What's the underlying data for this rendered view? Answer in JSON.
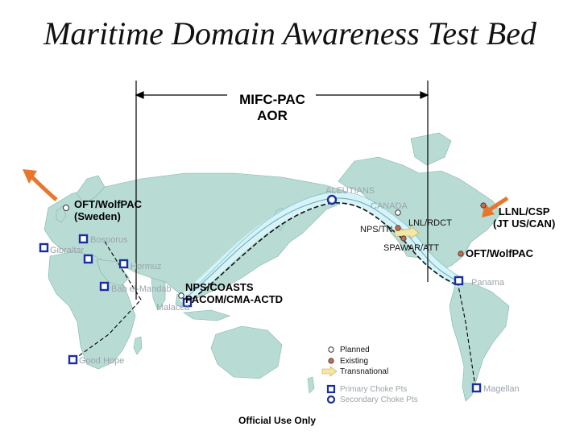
{
  "title": "Maritime Domain Awareness Test Bed",
  "aor": {
    "line1": "MIFC-PAC",
    "line2": "AOR"
  },
  "labels": {
    "oft_sweden_1": "OFT/WolfPAC",
    "oft_sweden_2": "(Sweden)",
    "aleutians": "ALEUTIANS",
    "canada": "CANADA",
    "nps_tn": "NPS/TN",
    "lnl_rdct": "LNL/RDCT",
    "llnl_csp_1": "LLNL/CSP",
    "llnl_csp_2": "(JT US/CAN)",
    "spawar": "SPAWAR/ATT",
    "oft_wolfpac": "OFT/WolfPAC",
    "bosporus": "Bosporus",
    "gibraltar": "Gibraltar",
    "hormuz": "Hormuz",
    "bab_el_mandab": "Bab el-Mandab",
    "malacca": "Malacca",
    "nps_coasts_1": "NPS/COASTS",
    "nps_coasts_2": "PACOM/CMA-ACTD",
    "panama": "Panama",
    "good_hope": "Good Hope",
    "magellan": "Magellan"
  },
  "legend": {
    "planned": "Planned",
    "existing": "Existing",
    "transnational": "Transnational",
    "primary": "Primary Choke Pts",
    "secondary": "Secondary Choke Pts"
  },
  "footer": "Official Use Only",
  "colors": {
    "land": "#b8dcd4",
    "coast": "#7fb5aa",
    "corridor": "#d7f3f7",
    "choke": "#1a2f9e",
    "existing": "#c96a4a",
    "arrow": "#e8762c"
  }
}
